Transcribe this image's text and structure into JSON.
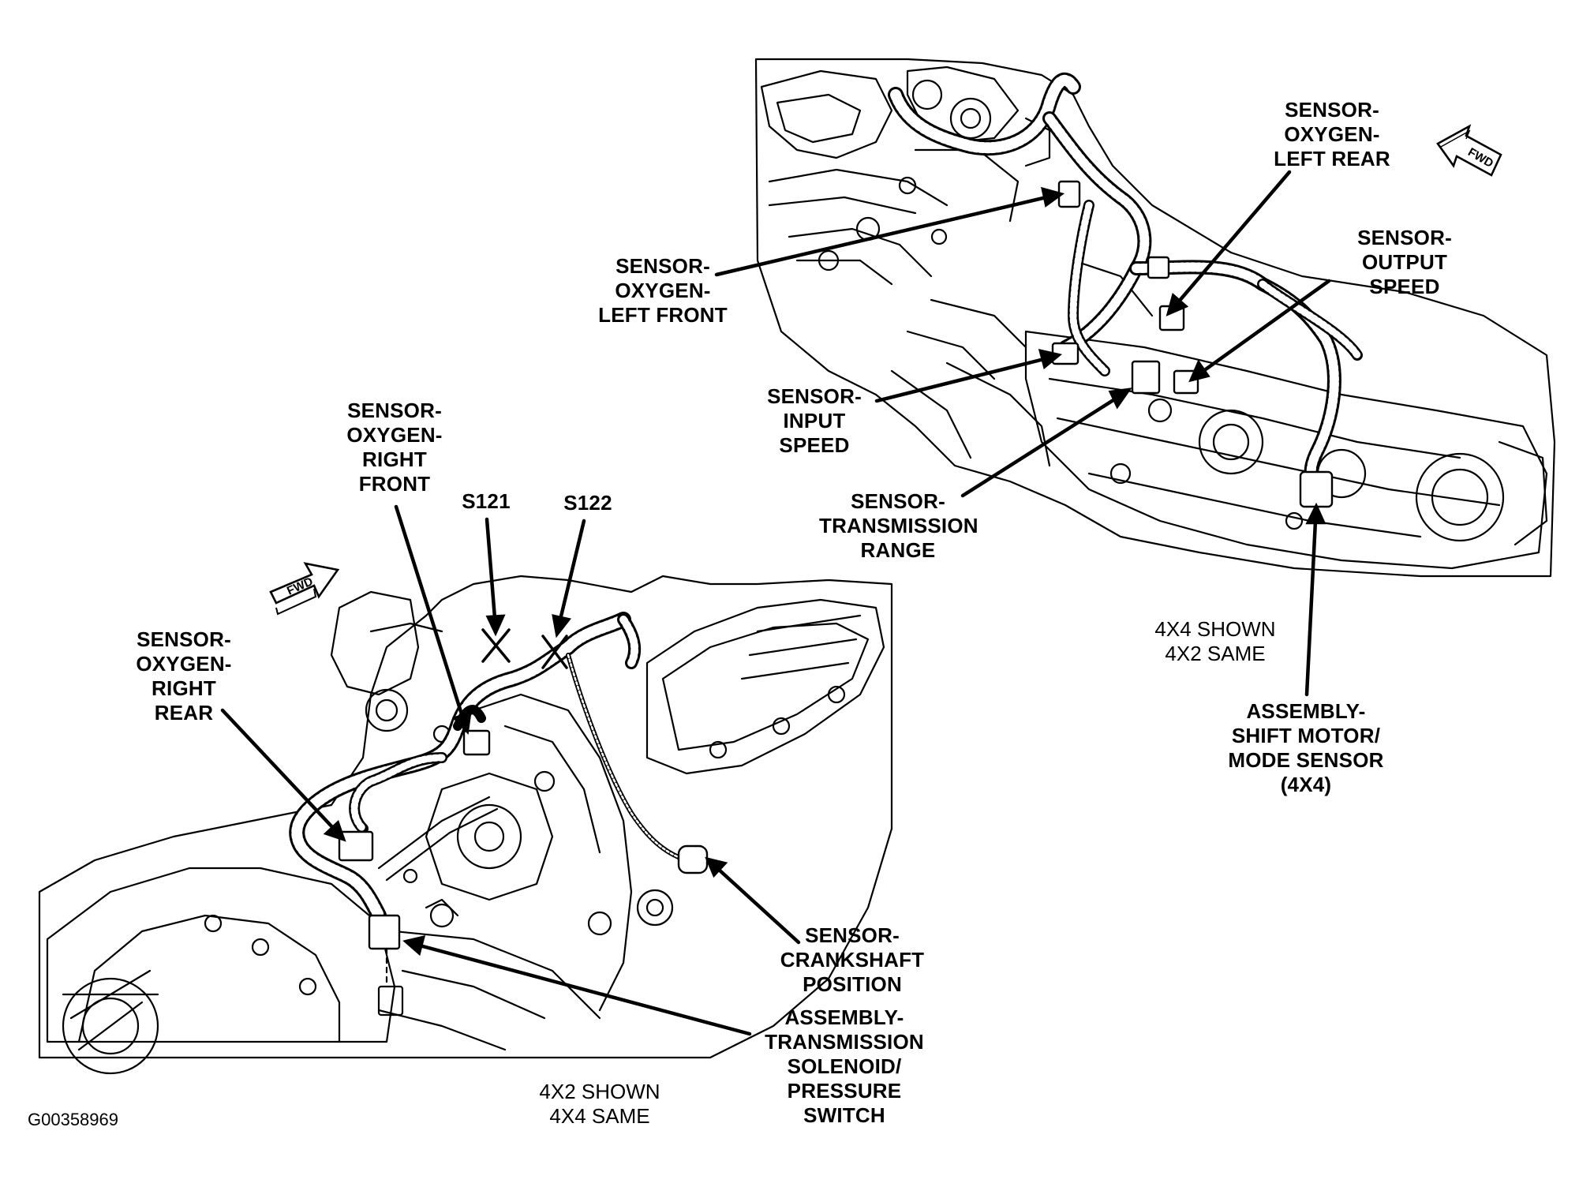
{
  "diagram_code": "G00358969",
  "top_view": {
    "caption": [
      "4X4 SHOWN",
      "4X2 SAME"
    ],
    "fwd_arrow": "FWD",
    "labels": {
      "oxygen_left_rear": [
        "SENSOR-",
        "OXYGEN-",
        "LEFT REAR"
      ],
      "oxygen_left_front": [
        "SENSOR-",
        "OXYGEN-",
        "LEFT FRONT"
      ],
      "output_speed": [
        "SENSOR-",
        "OUTPUT",
        "SPEED"
      ],
      "input_speed": [
        "SENSOR-",
        "INPUT",
        "SPEED"
      ],
      "transmission_range": [
        "SENSOR-",
        "TRANSMISSION",
        "RANGE"
      ],
      "shift_motor": [
        "ASSEMBLY-",
        "SHIFT MOTOR/",
        "MODE SENSOR",
        "(4X4)"
      ]
    }
  },
  "bottom_view": {
    "caption": [
      "4X2 SHOWN",
      "4X4 SAME"
    ],
    "fwd_arrow": "FWD",
    "labels": {
      "oxygen_right_front": [
        "SENSOR-",
        "OXYGEN-",
        "RIGHT",
        "FRONT"
      ],
      "s121": "S121",
      "s122": "S122",
      "oxygen_right_rear": [
        "SENSOR-",
        "OXYGEN-",
        "RIGHT",
        "REAR"
      ],
      "crankshaft_position": [
        "SENSOR-",
        "CRANKSHAFT",
        "POSITION"
      ],
      "trans_solenoid": [
        "ASSEMBLY-",
        "TRANSMISSION",
        "SOLENOID/",
        "PRESSURE",
        "SWITCH"
      ]
    }
  }
}
